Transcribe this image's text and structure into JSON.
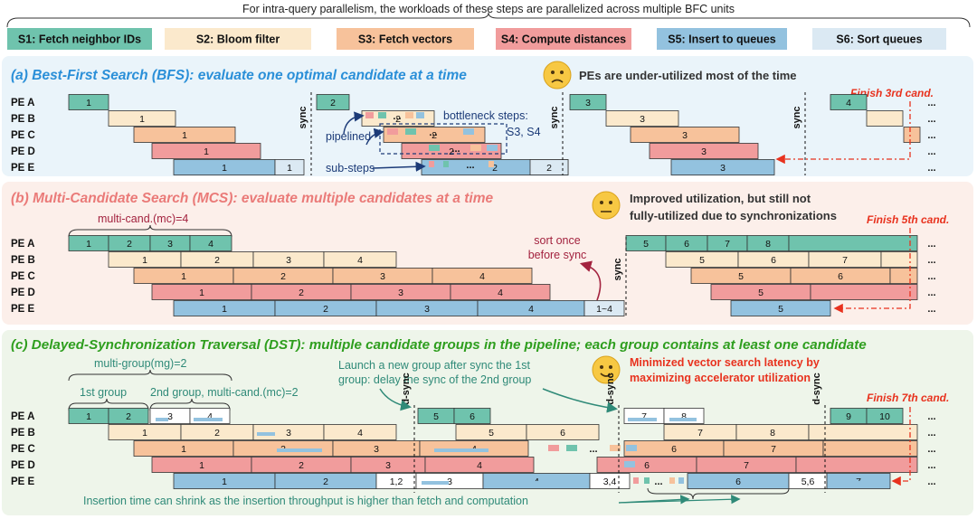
{
  "header": {
    "note": "For intra-query parallelism, the workloads of these steps are parallelized across multiple BFC units"
  },
  "colors": {
    "s1": "#6fc3ad",
    "s2": "#fbe9cc",
    "s3": "#f7c29b",
    "s4": "#f19c9c",
    "s5": "#93c2df",
    "s6": "#dbe9f3",
    "stroke": "#333333",
    "panel_a_bg": "#eaf4fa",
    "panel_b_bg": "#fcefea",
    "panel_c_bg": "#eef5ea",
    "title_a": "#2a8fd8",
    "title_b": "#ea7a78",
    "title_c": "#2e9e1e",
    "accent_red": "#e8321e",
    "navy": "#1c3b78",
    "teal": "#2f8a78"
  },
  "steps": [
    {
      "id": "s1",
      "label": "S1: Fetch neighbor IDs"
    },
    {
      "id": "s2",
      "label": "S2: Bloom filter"
    },
    {
      "id": "s3",
      "label": "S3: Fetch vectors"
    },
    {
      "id": "s4",
      "label": "S4: Compute distances"
    },
    {
      "id": "s5",
      "label": "S5: Insert to queues"
    },
    {
      "id": "s6",
      "label": "S6: Sort queues"
    }
  ],
  "pe_labels": [
    "PE A",
    "PE B",
    "PE C",
    "PE D",
    "PE E"
  ],
  "panels": {
    "a": {
      "title": "(a) Best-First Search (BFS): evaluate one optimal candidate at a time",
      "remark": "PEs are under-utilized most of the time",
      "finish": "Finish 3rd cand.",
      "sync": "sync",
      "bottleneck": "bottleneck steps:",
      "bottleneck2": "S3, S4",
      "pipelined": "pipelined",
      "substeps": "sub-steps",
      "ellipsis": "...",
      "rows": [
        [
          [
            "s1",
            "1"
          ],
          [
            "s1",
            "2"
          ],
          [
            "s1",
            "3"
          ],
          [
            "s1",
            "4"
          ]
        ],
        [
          [
            "s2",
            "1"
          ],
          [
            "s2",
            "2"
          ],
          [
            "s2",
            "3"
          ],
          [
            "s2",
            ""
          ]
        ],
        [
          [
            "s3",
            "1"
          ],
          [
            "s3",
            "2"
          ],
          [
            "s3",
            "3"
          ],
          [
            "s3",
            ""
          ]
        ],
        [
          [
            "s4",
            "1"
          ],
          [
            "s4",
            "2"
          ],
          [
            "s4",
            "3"
          ]
        ],
        [
          [
            "s5",
            "1"
          ],
          [
            "s6",
            "1"
          ],
          [
            "s5",
            "2"
          ],
          [
            "s6",
            "2"
          ],
          [
            "s5",
            "3"
          ]
        ]
      ]
    },
    "b": {
      "title": "(b) Multi-Candidate Search (MCS): evaluate multiple candidates at a time",
      "remark1": "Improved utilization, but still not",
      "remark2": "fully-utilized due to synchronizations",
      "finish": "Finish 5th cand.",
      "mc_label": "multi-cand.(mc)=4",
      "sort_note1": "sort once",
      "sort_note2": "before sync",
      "sync": "sync",
      "ellipsis": "...",
      "rows": [
        [
          "1",
          "2",
          "3",
          "4",
          "5",
          "6",
          "7",
          "8"
        ],
        [
          "1",
          "2",
          "3",
          "4",
          "5",
          "6",
          "7"
        ],
        [
          "1",
          "2",
          "3",
          "4",
          "5",
          "6"
        ],
        [
          "1",
          "2",
          "3",
          "4",
          "5"
        ],
        [
          "1",
          "2",
          "3",
          "4",
          "1~4",
          "5"
        ]
      ]
    },
    "c": {
      "title": "(c) Delayed-Synchronization Traversal (DST): multiple candidate groups in the pipeline; each group contains at least one candidate",
      "remark1": "Minimized vector search latency by",
      "remark2": "maximizing accelerator utilization",
      "finish": "Finish 7th cand.",
      "mg_label": "multi-group(mg)=2",
      "group1": "1st group",
      "group2": "2nd group, multi-cand.(mc)=2",
      "launch1": "Launch a new group after sync the 1st",
      "launch2": "group: delay the sync of the 2nd group",
      "dsync": "d-sync",
      "insertion_note": "Insertion time can shrink as the insertion throughput is higher than fetch and computation",
      "ellipsis": "...",
      "rows": [
        [
          "1",
          "2",
          "3",
          "4",
          "5",
          "6",
          "7",
          "8",
          "9",
          "10"
        ],
        [
          "1",
          "2",
          "3",
          "4",
          "5",
          "6",
          "7",
          "8"
        ],
        [
          "1",
          "2",
          "3",
          "4",
          "6",
          "7"
        ],
        [
          "1",
          "2",
          "3",
          "4",
          "6",
          "7"
        ],
        [
          "1",
          "2",
          "1,2",
          "3",
          "4",
          "3,4",
          "6",
          "5,6",
          "7"
        ]
      ]
    }
  }
}
